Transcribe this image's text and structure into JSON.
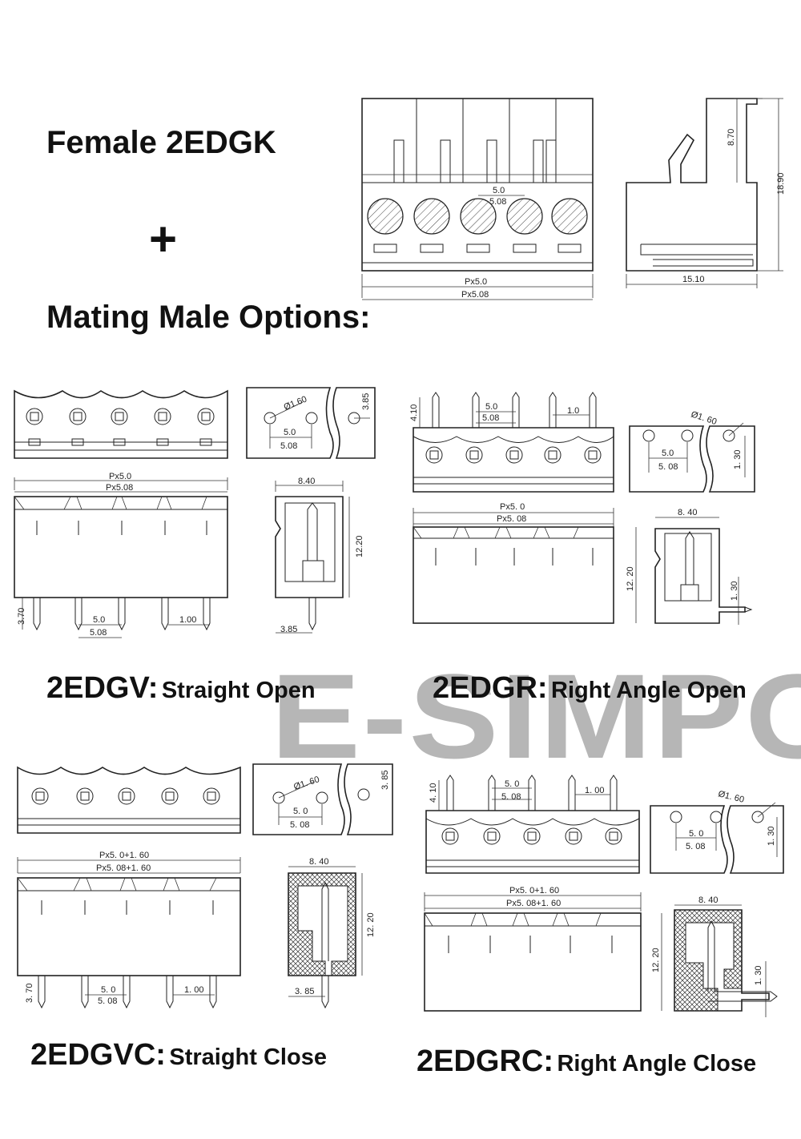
{
  "headings": {
    "female": "Female  2EDGK",
    "plus": "+",
    "mating": "Mating Male Options:"
  },
  "variants": [
    {
      "code": "2EDGV:",
      "desc": "Straight Open"
    },
    {
      "code": "2EDGR:",
      "desc": "Right Angle Open"
    },
    {
      "code": "2EDGVC:",
      "desc": "Straight Close"
    },
    {
      "code": "2EDGRC:",
      "desc": "Right Angle Close"
    }
  ],
  "watermark": "E-SIMPO",
  "dims": {
    "female": {
      "p1": "5.0",
      "p2": "5.08",
      "px1": "Px5.0",
      "px2": "Px5.08",
      "h1": "8.70",
      "h2": "18.90",
      "w": "15.10"
    },
    "v": {
      "dia": "Ø1.60",
      "s1": "5.0",
      "s2": "5.08",
      "e": "3.85",
      "px1": "Px5.0",
      "px2": "Px5.08",
      "w": "8.40",
      "h": "12.20",
      "pin": "3.70",
      "pp1": "5.0",
      "pp2": "5.08",
      "pw": "1.00",
      "off": "3.85"
    },
    "r": {
      "pin": "4.10",
      "pp1": "5.0",
      "pp2": "5.08",
      "pw": "1.0",
      "dia": "Ø1. 60",
      "s1": "5.0",
      "s2": "5. 08",
      "e": "1. 30",
      "px1": "Px5. 0",
      "px2": "Px5. 08",
      "h": "12. 20",
      "w": "8. 40",
      "e2": "1. 30"
    },
    "vc": {
      "dia": "Ø1. 60",
      "s1": "5. 0",
      "s2": "5. 08",
      "e": "3. 85",
      "px1": "Px5. 0+1. 60",
      "px2": "Px5. 08+1. 60",
      "w": "8. 40",
      "h": "12. 20",
      "pin": "3. 70",
      "pp1": "5. 0",
      "pp2": "5. 08",
      "pw": "1. 00",
      "off": "3. 85"
    },
    "rc": {
      "pin": "4. 10",
      "pp1": "5. 0",
      "pp2": "5. 08",
      "pw": "1. 00",
      "dia": "Ø1. 60",
      "s1": "5. 0",
      "s2": "5. 08",
      "e": "1. 30",
      "px1": "Px5. 0+1. 60",
      "px2": "Px5. 08+1. 60",
      "h": "12. 20",
      "w": "8. 40",
      "e2": "1. 30"
    }
  }
}
